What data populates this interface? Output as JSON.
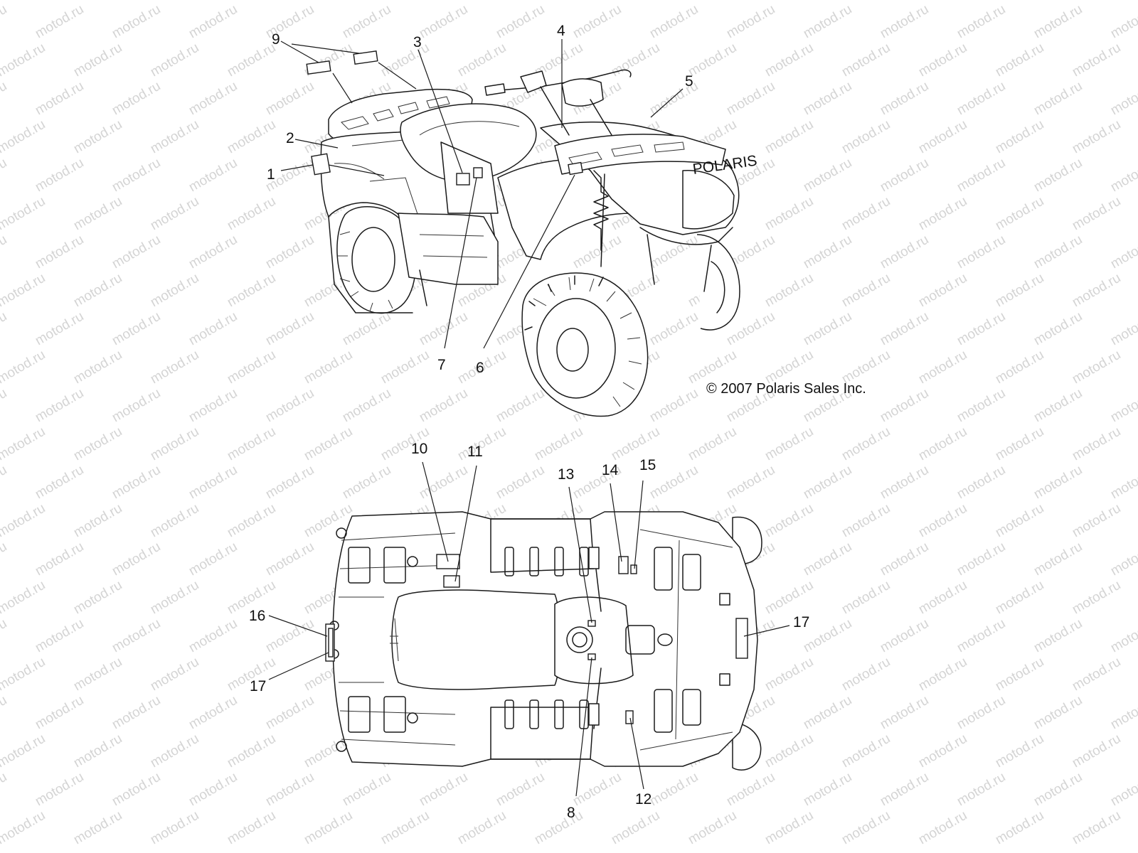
{
  "watermark": {
    "text": "motod.ru"
  },
  "copyright": "© 2007 Polaris Sales Inc.",
  "brand_mark": "POLARIS",
  "callouts": {
    "c1": "1",
    "c2": "2",
    "c3": "3",
    "c4": "4",
    "c5": "5",
    "c6": "6",
    "c7": "7",
    "c8": "8",
    "c9": "9",
    "c10": "10",
    "c11": "11",
    "c12": "12",
    "c13": "13",
    "c14": "14",
    "c15": "15",
    "c16": "16",
    "c17a": "17",
    "c17b": "17"
  },
  "colors": {
    "line": "#1a1a1a",
    "watermark": "#d4d4d4",
    "background": "#ffffff"
  }
}
